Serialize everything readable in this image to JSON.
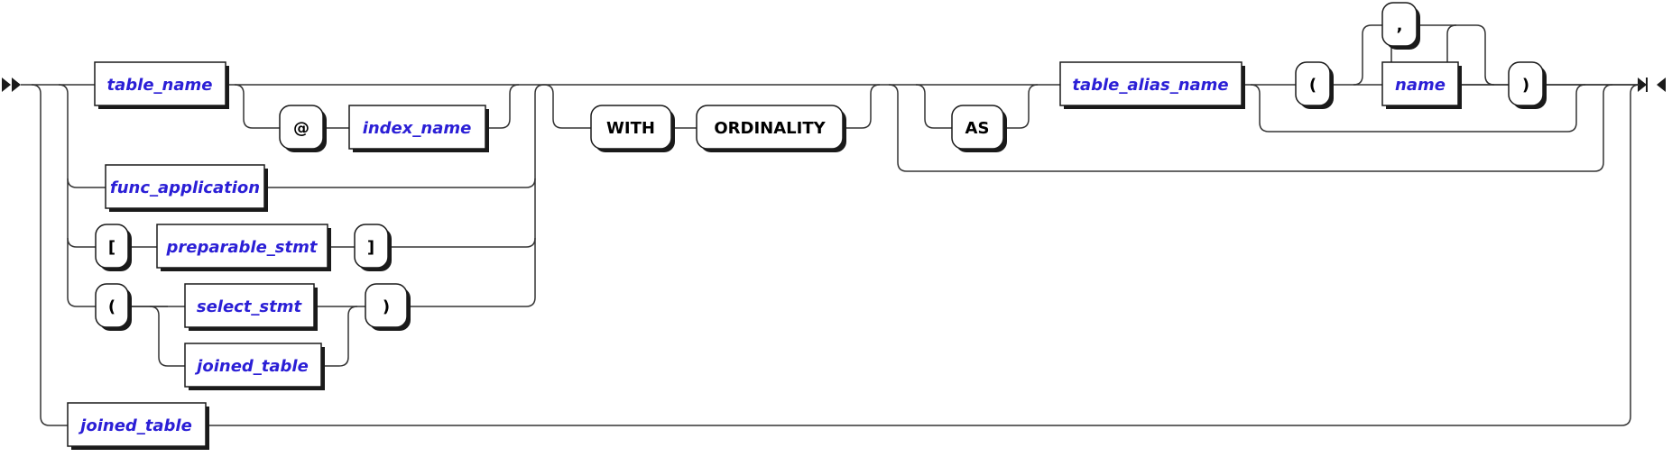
{
  "diagram": {
    "terminals": {
      "at": "@",
      "with": "WITH",
      "ordinality": "ORDINALITY",
      "as": "AS",
      "lparen_alias": "(",
      "comma": ",",
      "rparen_alias": ")",
      "lbracket": "[",
      "rbracket": "]",
      "lparen_select": "(",
      "rparen_select": ")"
    },
    "nonterminals": {
      "table_name": "table_name",
      "index_name": "index_name",
      "table_alias_name": "table_alias_name",
      "name": "name",
      "func_application": "func_application",
      "preparable_stmt": "preparable_stmt",
      "select_stmt": "select_stmt",
      "joined_table_inner": "joined_table",
      "joined_table_outer": "joined_table"
    }
  }
}
